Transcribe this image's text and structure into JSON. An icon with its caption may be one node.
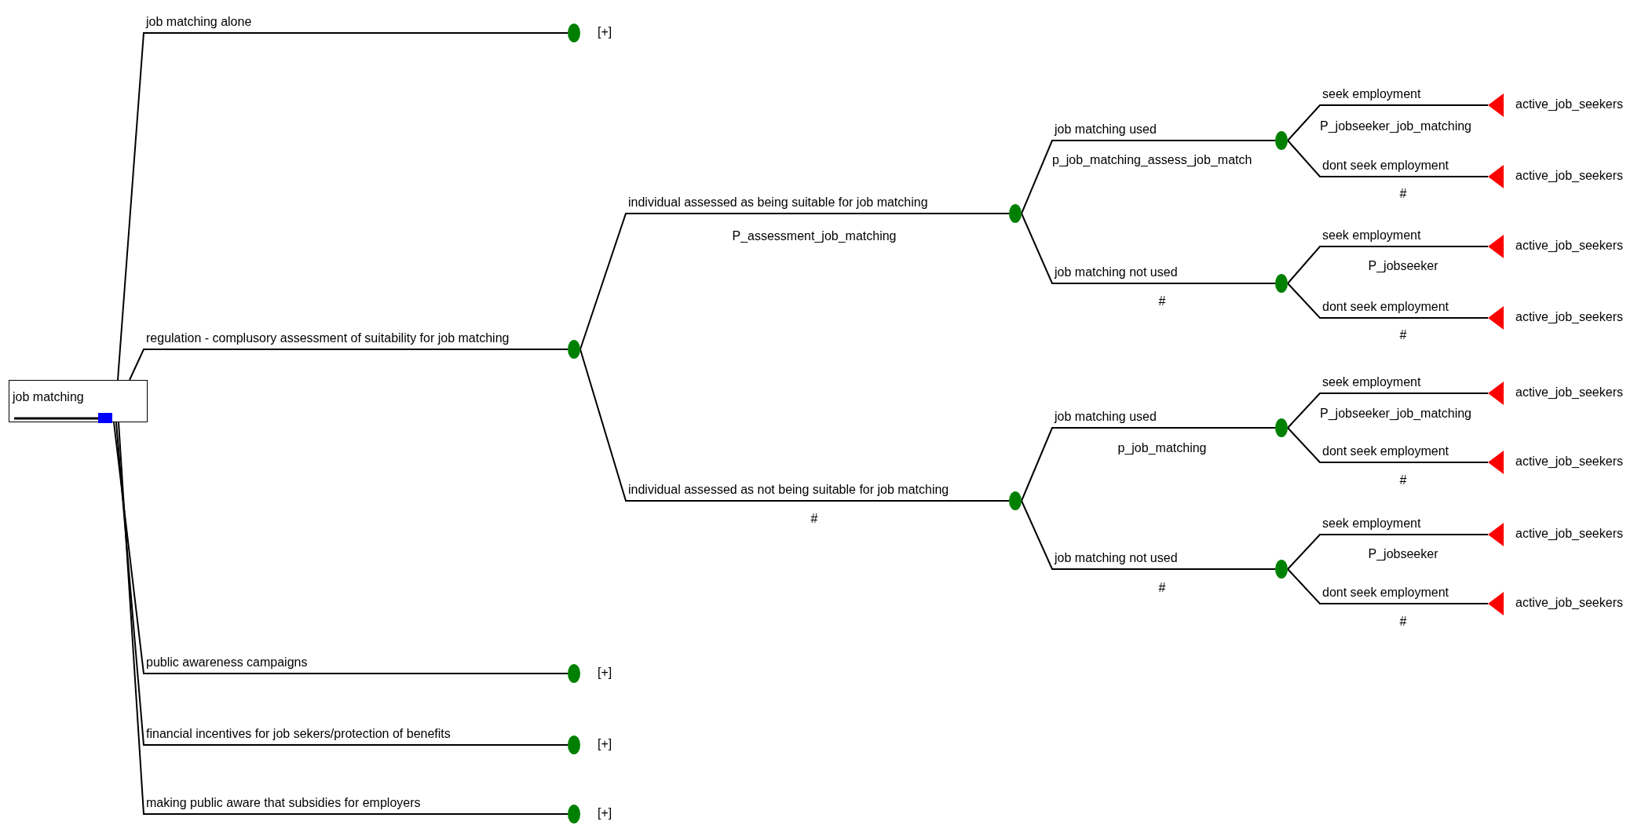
{
  "diagram": {
    "nodes": [
      {
        "text": [
          "job matching"
        ]
      },
      {
        "text": [],
        "shape": "circle",
        "beside": [
          "[+]"
        ]
      },
      {
        "text": [],
        "shape": "circle"
      },
      {
        "text": [],
        "shape": "circle"
      },
      {
        "text": [],
        "shape": "circle"
      },
      {
        "text": [],
        "shape": "triangle",
        "beside": [
          "active_job_seekers"
        ]
      },
      {
        "text": [],
        "shape": "triangle",
        "beside": [
          "active_job_seekers"
        ]
      },
      {
        "text": [],
        "shape": "circle"
      },
      {
        "text": [],
        "shape": "triangle",
        "beside": [
          "active_job_seekers"
        ]
      },
      {
        "text": [],
        "shape": "triangle",
        "beside": [
          "active_job_seekers"
        ]
      },
      {
        "text": [],
        "shape": "circle"
      },
      {
        "text": [],
        "shape": "circle"
      },
      {
        "text": [],
        "shape": "triangle",
        "beside": [
          "active_job_seekers"
        ]
      },
      {
        "text": [],
        "shape": "triangle",
        "beside": [
          "active_job_seekers"
        ]
      },
      {
        "text": [],
        "shape": "circle"
      },
      {
        "text": [],
        "shape": "triangle",
        "beside": [
          "active_job_seekers"
        ]
      },
      {
        "text": [],
        "shape": "triangle",
        "beside": [
          "active_job_seekers"
        ]
      },
      {
        "text": [],
        "shape": "circle",
        "beside": [
          "[+]"
        ]
      },
      {
        "text": [],
        "shape": "circle",
        "beside": [
          "[+]"
        ]
      },
      {
        "text": [],
        "shape": "circle",
        "beside": [
          "[+]"
        ]
      }
    ],
    "edges": [
      {
        "from": 0,
        "to": 1,
        "arrow": "none",
        "label": "job matching alone"
      },
      {
        "from": 0,
        "to": 2,
        "arrow": "none",
        "label": "regulation - complusory assessment of suitability for job matching"
      },
      {
        "from": 2,
        "to": 3,
        "arrow": "none",
        "label": "individual assessed as being suitable for job matching"
      },
      {
        "from": 3,
        "to": 4,
        "arrow": "none",
        "label": "job matching used"
      },
      {
        "from": 4,
        "to": 5,
        "arrow": "none",
        "label": "seek employment"
      },
      {
        "from": 4,
        "to": 6,
        "arrow": "none",
        "label": "dont seek employment"
      },
      {
        "from": 3,
        "to": 7,
        "arrow": "none",
        "label": "job matching not used"
      },
      {
        "from": 7,
        "to": 8,
        "arrow": "none",
        "label": "seek employment"
      },
      {
        "from": 7,
        "to": 9,
        "arrow": "none",
        "label": "dont seek employment"
      },
      {
        "from": 2,
        "to": 10,
        "arrow": "none",
        "label": "individual assessed as not being suitable for job matching"
      },
      {
        "from": 10,
        "to": 11,
        "arrow": "none",
        "label": "job matching used"
      },
      {
        "from": 11,
        "to": 12,
        "arrow": "none",
        "label": "seek employment"
      },
      {
        "from": 11,
        "to": 13,
        "arrow": "none",
        "label": "dont seek employment"
      },
      {
        "from": 10,
        "to": 14,
        "arrow": "none",
        "label": "job matching not used"
      },
      {
        "from": 14,
        "to": 15,
        "arrow": "none",
        "label": "seek employment"
      },
      {
        "from": 14,
        "to": 16,
        "arrow": "none",
        "label": "dont seek employment"
      },
      {
        "from": 0,
        "to": 17,
        "arrow": "none",
        "label": "public awareness campaigns"
      },
      {
        "from": 0,
        "to": 18,
        "arrow": "none",
        "label": "financial incentives for job sekers/protection of benefits"
      },
      {
        "from": 0,
        "to": 19,
        "arrow": "none",
        "label": "making public aware that subsidies for employers"
      }
    ],
    "labels": [
      "P_assessment_job_matching",
      "p_job_matching_assess_job_match",
      "P_jobseeker_job_matching",
      "#",
      "#",
      "P_jobseeker",
      "#",
      "#",
      "p_job_matching",
      "P_jobseeker_job_matching",
      "#",
      "#",
      "P_jobseeker",
      "#"
    ]
  }
}
